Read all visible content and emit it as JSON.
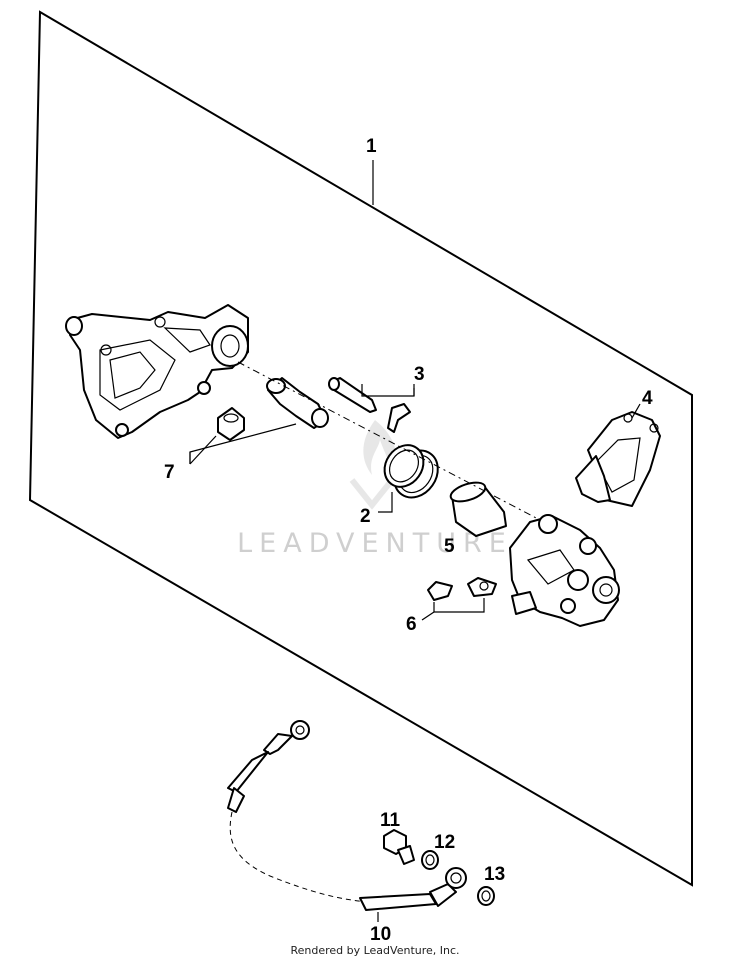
{
  "callouts": {
    "c1": "1",
    "c2": "2",
    "c3": "3",
    "c4": "4",
    "c5": "5",
    "c6": "6",
    "c7": "7",
    "c10": "10",
    "c11": "11",
    "c12": "12",
    "c13": "13"
  },
  "watermark": "LEADVENTURE",
  "footer": "Rendered by LeadVenture, Inc."
}
